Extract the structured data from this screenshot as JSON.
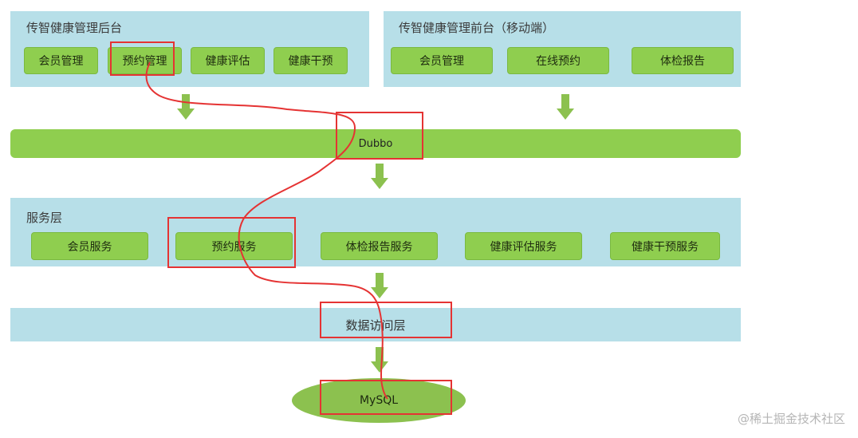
{
  "backend": {
    "title": "传智健康管理后台",
    "buttons": [
      "会员管理",
      "预约管理",
      "健康评估",
      "健康干预"
    ]
  },
  "frontend": {
    "title": "传智健康管理前台（移动端）",
    "buttons": [
      "会员管理",
      "在线预约",
      "体检报告"
    ]
  },
  "dubbo": {
    "label": "Dubbo"
  },
  "service_layer": {
    "title": "服务层",
    "buttons": [
      "会员服务",
      "预约服务",
      "体检报告服务",
      "健康评估服务",
      "健康干预服务"
    ]
  },
  "data_access": {
    "label": "数据访问层"
  },
  "database": {
    "label": "MySQL"
  },
  "watermark": "@稀土掘金技术社区",
  "colors": {
    "panel": "#b7dfe8",
    "green": "#8fce4f",
    "highlight": "#e53333"
  }
}
